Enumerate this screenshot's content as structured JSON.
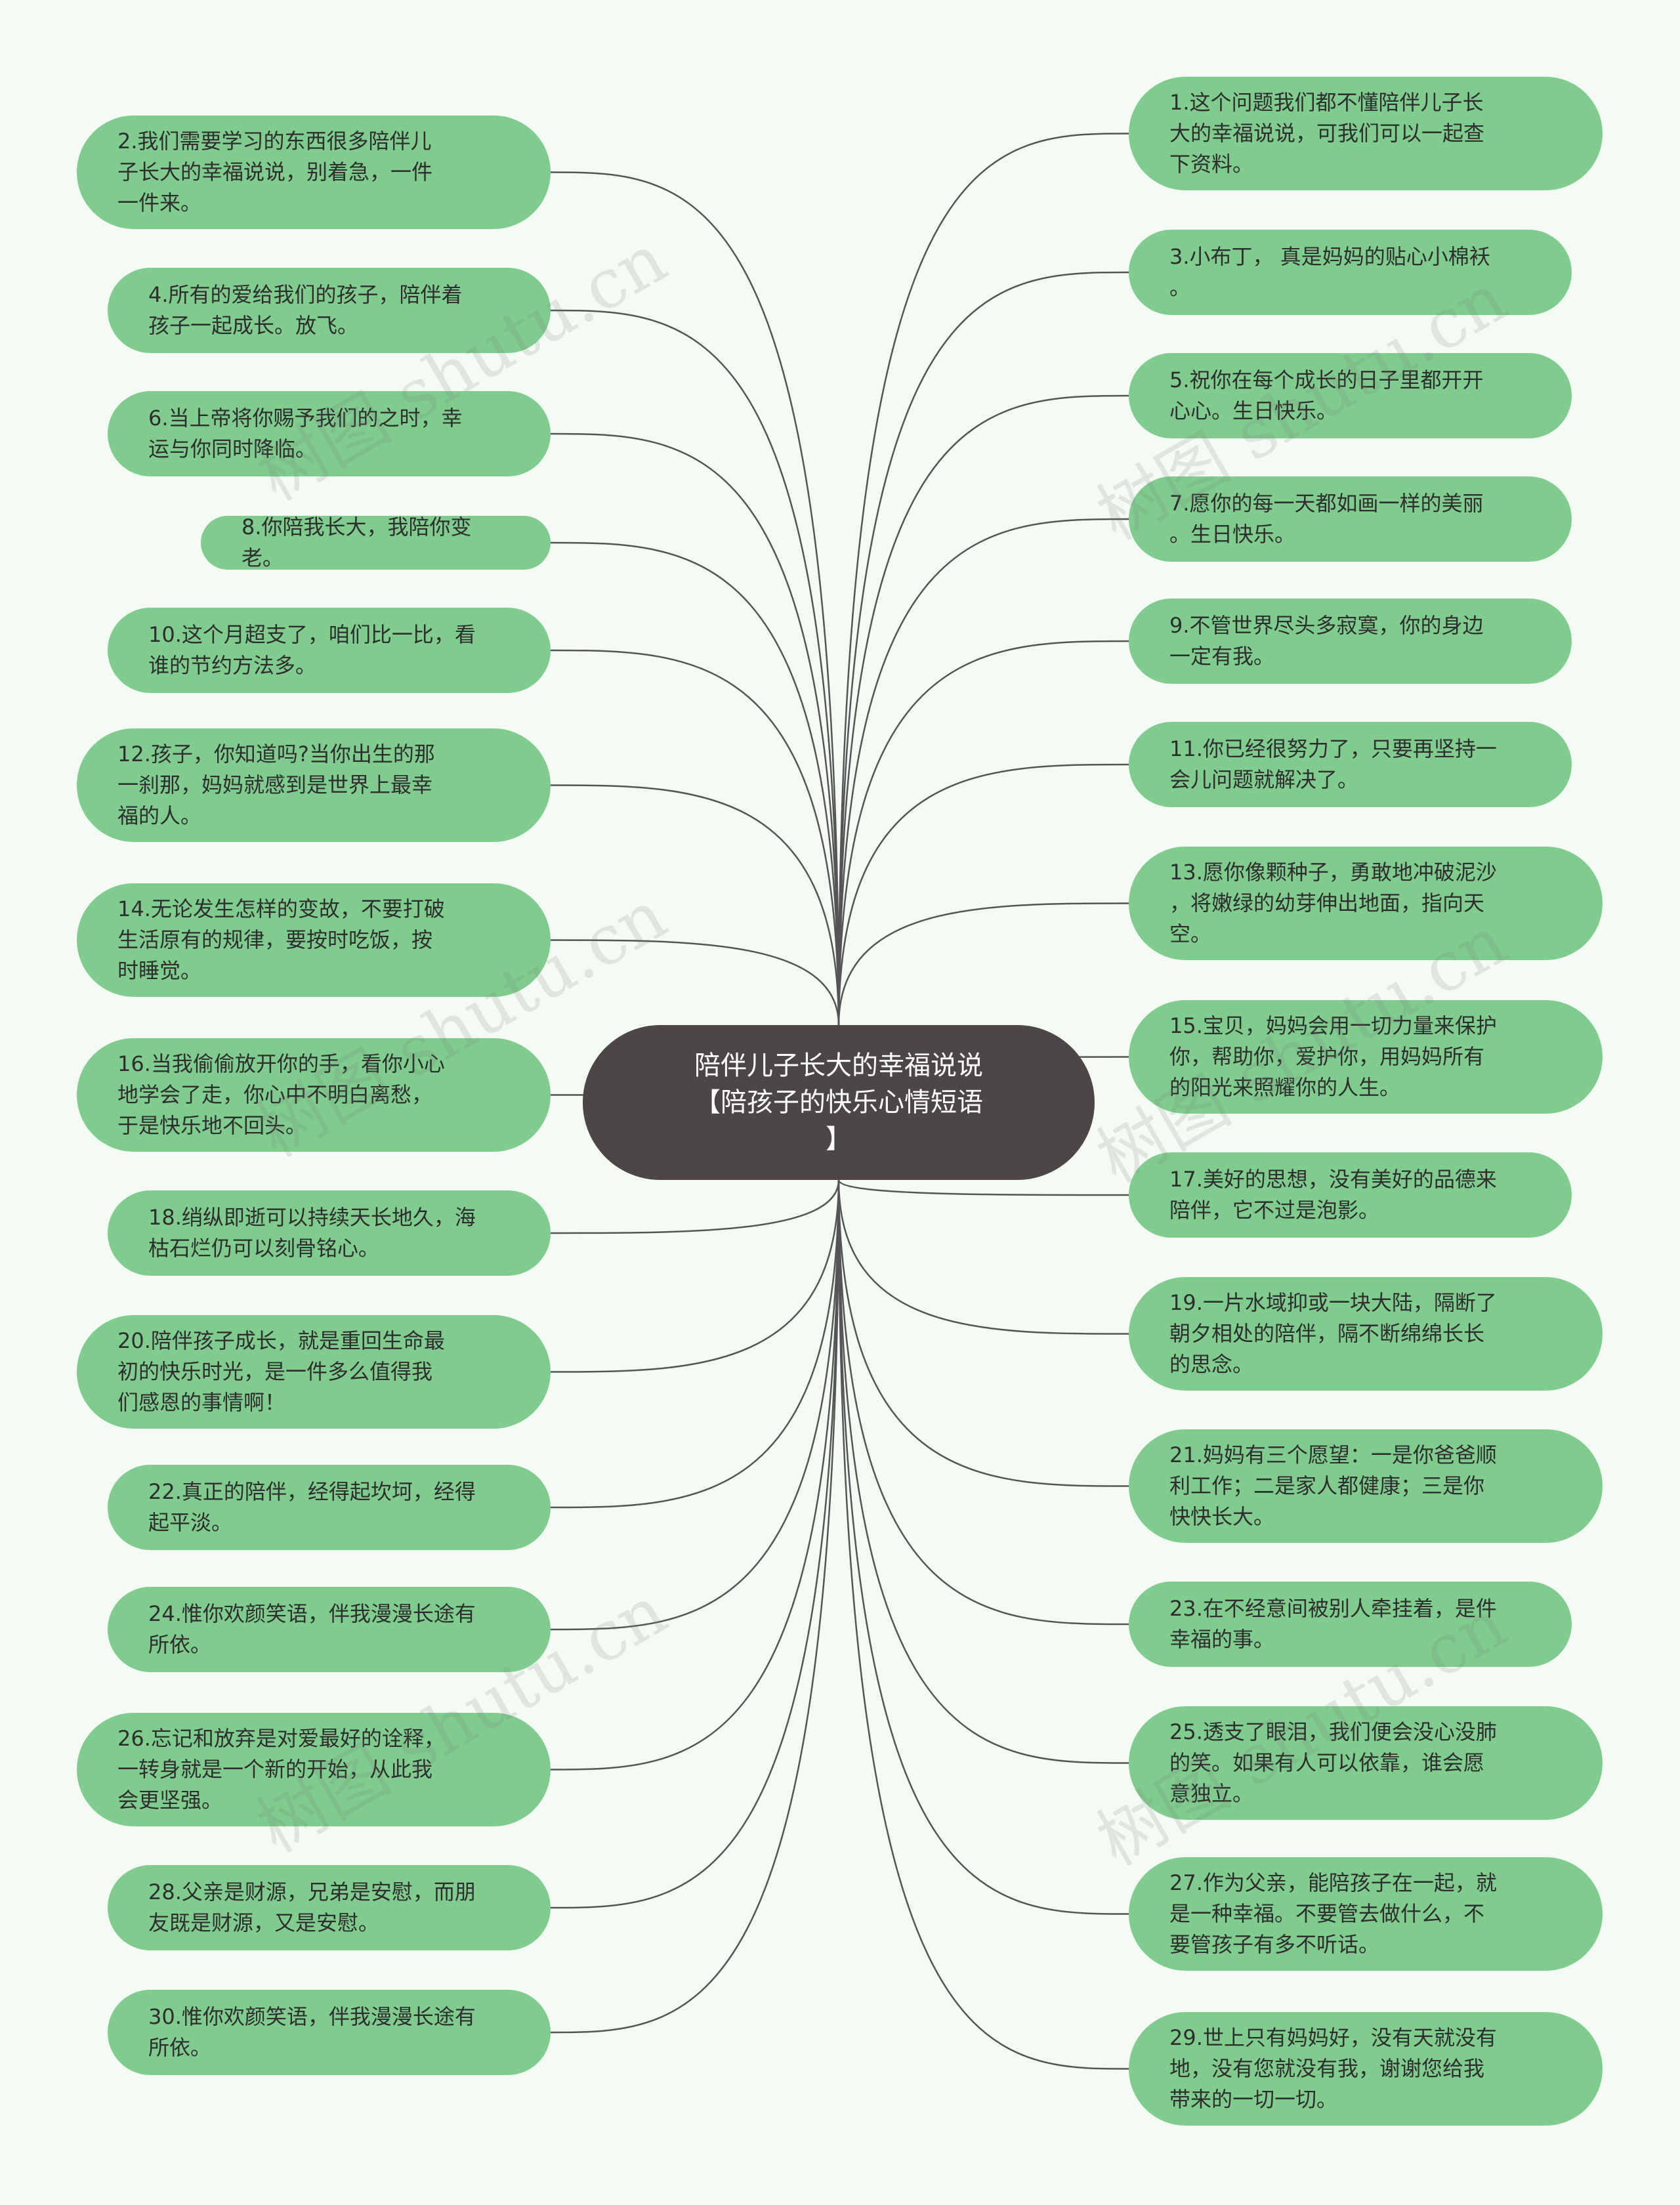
{
  "root": {
    "title": "陪伴儿子长大的幸福说说\n【陪孩子的快乐心情短语\n】"
  },
  "watermark": {
    "text": "树图 shutu.cn"
  },
  "colors": {
    "node": "#80cc8e",
    "root": "#4d4646",
    "line": "#555555",
    "background": "#f3fbf4"
  },
  "left_nodes": [
    {
      "text": "2.我们需要学习的东西很多陪伴儿\n子长大的幸福说说，别着急，一件\n一件来。"
    },
    {
      "text": "4.所有的爱给我们的孩子，陪伴着\n孩子一起成长。放飞。"
    },
    {
      "text": "6.当上帝将你赐予我们的之时，幸\n运与你同时降临。"
    },
    {
      "text": "8.你陪我长大，我陪你变老。"
    },
    {
      "text": "10.这个月超支了，咱们比一比，看\n谁的节约方法多。"
    },
    {
      "text": "12.孩子，你知道吗?当你出生的那\n一刹那，妈妈就感到是世界上最幸\n福的人。"
    },
    {
      "text": "14.无论发生怎样的变故，不要打破\n生活原有的规律，要按时吃饭，按\n时睡觉。"
    },
    {
      "text": "16.当我偷偷放开你的手，看你小心\n地学会了走，你心中不明白离愁，\n于是快乐地不回头。"
    },
    {
      "text": "18.绡纵即逝可以持续天长地久，海\n枯石烂仍可以刻骨铭心。"
    },
    {
      "text": "20.陪伴孩子成长，就是重回生命最\n初的快乐时光，是一件多么值得我\n们感恩的事情啊！"
    },
    {
      "text": "22.真正的陪伴，经得起坎坷，经得\n起平淡。"
    },
    {
      "text": "24.惟你欢颜笑语，伴我漫漫长途有\n所依。"
    },
    {
      "text": "26.忘记和放弃是对爱最好的诠释，\n一转身就是一个新的开始，从此我\n会更坚强。"
    },
    {
      "text": "28.父亲是财源，兄弟是安慰，而朋\n友既是财源，又是安慰。"
    },
    {
      "text": "30.惟你欢颜笑语，伴我漫漫长途有\n所依。"
    }
  ],
  "right_nodes": [
    {
      "text": "1.这个问题我们都不懂陪伴儿子长\n大的幸福说说，可我们可以一起查\n下资料。"
    },
    {
      "text": "3.小布丁， 真是妈妈的贴心小棉袄\n。"
    },
    {
      "text": "5.祝你在每个成长的日子里都开开\n心心。生日快乐。"
    },
    {
      "text": "7.愿你的每一天都如画一样的美丽\n。生日快乐。"
    },
    {
      "text": "9.不管世界尽头多寂寞，你的身边\n一定有我。"
    },
    {
      "text": "11.你已经很努力了，只要再坚持一\n会儿问题就解决了。"
    },
    {
      "text": "13.愿你像颗种子，勇敢地冲破泥沙\n，将嫩绿的幼芽伸出地面，指向天\n空。"
    },
    {
      "text": "15.宝贝，妈妈会用一切力量来保护\n你，帮助你，爱护你，用妈妈所有\n的阳光来照耀你的人生。"
    },
    {
      "text": "17.美好的思想，没有美好的品德来\n陪伴，它不过是泡影。"
    },
    {
      "text": "19.一片水域抑或一块大陆，隔断了\n朝夕相处的陪伴，隔不断绵绵长长\n的思念。"
    },
    {
      "text": "21.妈妈有三个愿望：一是你爸爸顺\n利工作；二是家人都健康；三是你\n快快长大。"
    },
    {
      "text": "23.在不经意间被别人牵挂着，是件\n幸福的事。"
    },
    {
      "text": "25.透支了眼泪，我们便会没心没肺\n的笑。如果有人可以依靠，谁会愿\n意独立。"
    },
    {
      "text": "27.作为父亲，能陪孩子在一起，就\n是一种幸福。不要管去做什么，不\n要管孩子有多不听话。"
    },
    {
      "text": "29.世上只有妈妈好，没有天就没有\n地，没有您就没有我，谢谢您给我\n带来的一切一切。"
    }
  ]
}
